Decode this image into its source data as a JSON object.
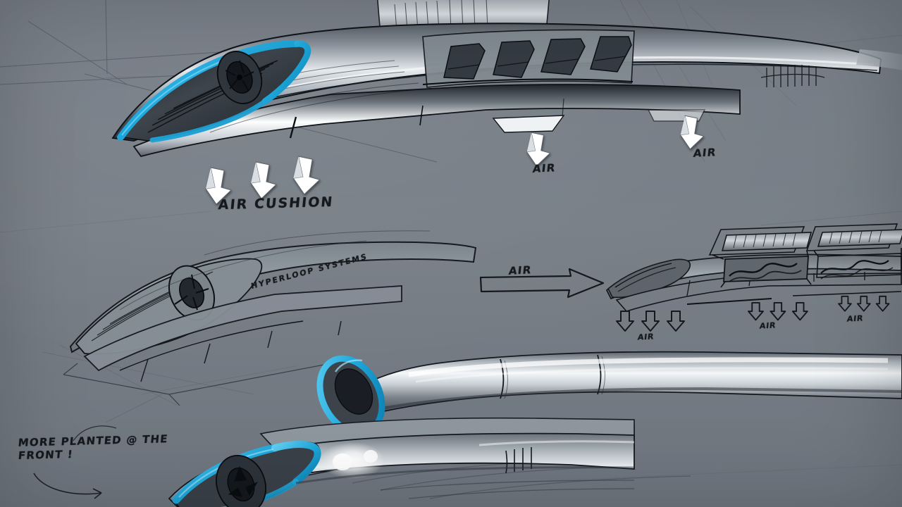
{
  "document": {
    "title": "Hyperloop Transport Capsule Concept Sketch Sheet",
    "medium": "digital marker / pencil concept rendering",
    "background_color": "#777e86",
    "accent_color": "#1fa8dc",
    "ink_color": "#15181c",
    "highlight_color": "#f2f5f7"
  },
  "annotations": {
    "air_cushion": "AIR CUSHION",
    "air_1": "AIR",
    "air_2": "AIR",
    "air_flow": "AIR",
    "air_jet_1": "AIR",
    "air_jet_2": "AIR",
    "air_jet_3": "AIR",
    "branding": "HYPERLOOP SYSTEMS",
    "note_line_1": "MORE PLANTED @ THE",
    "note_line_2": "FRONT !"
  },
  "sketches": [
    {
      "id": "main-cutaway",
      "label": "Three-quarter front capsule with interior cutaway",
      "has_accent": true,
      "accent_part": "nose intake surround"
    },
    {
      "id": "line-study",
      "label": "Monochrome line study of capsule nose",
      "has_accent": false,
      "accent_part": ""
    },
    {
      "id": "technical-side",
      "label": "Technical side elevation with air-bearing modules",
      "has_accent": false,
      "accent_part": ""
    },
    {
      "id": "tube-render",
      "label": "Rendered capsule tube with ring intake",
      "has_accent": true,
      "accent_part": "elliptical nose ring"
    },
    {
      "id": "lower-front",
      "label": "Low front three-quarter view (cropped)",
      "has_accent": true,
      "accent_part": "nose intake surround"
    }
  ],
  "colors": {
    "cyan": "#1fa8dc",
    "cyan_light": "#4fc6ee",
    "cyan_dark": "#0d7ba8",
    "graphite": "#2a2f36",
    "white": "#ffffff"
  }
}
